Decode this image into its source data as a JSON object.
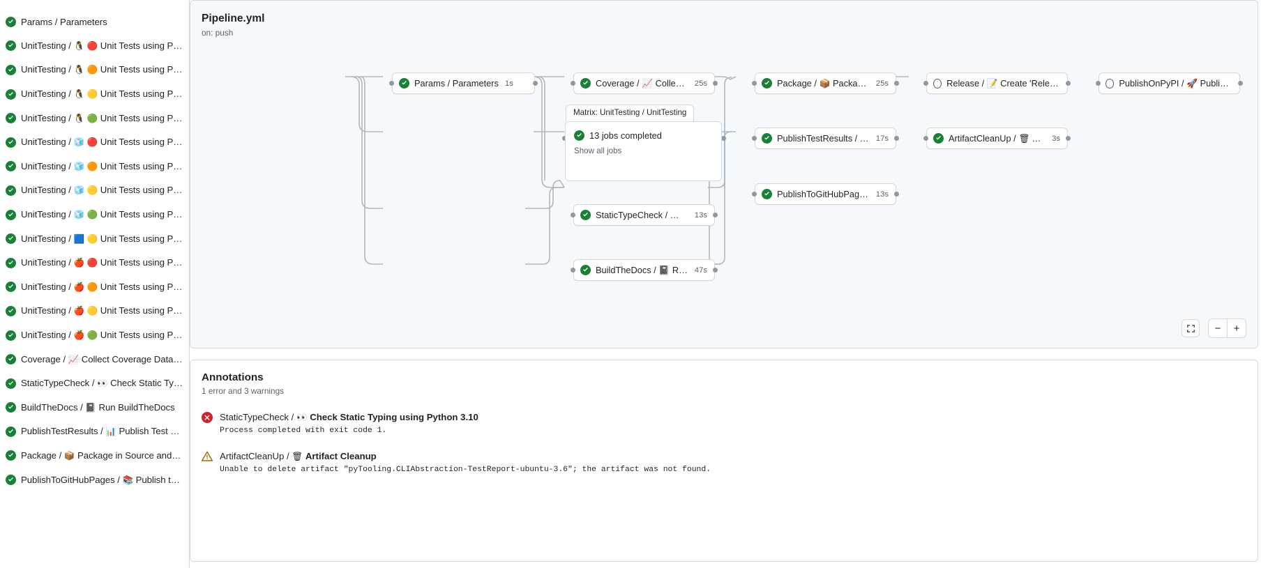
{
  "sidebar": {
    "jobs": [
      {
        "status": "success",
        "name": "Params / Parameters",
        "os_emoji": "",
        "ver_emoji": ""
      },
      {
        "status": "success",
        "name": "UnitTesting / ",
        "os_emoji": "🐧",
        "ver_emoji": "🔴",
        "tail": "Unit Tests using Pyth…"
      },
      {
        "status": "success",
        "name": "UnitTesting / ",
        "os_emoji": "🐧",
        "ver_emoji": "🟠",
        "tail": "Unit Tests using Pyth…"
      },
      {
        "status": "success",
        "name": "UnitTesting / ",
        "os_emoji": "🐧",
        "ver_emoji": "🟡",
        "tail": "Unit Tests using Pyth…"
      },
      {
        "status": "success",
        "name": "UnitTesting / ",
        "os_emoji": "🐧",
        "ver_emoji": "🟢",
        "tail": "Unit Tests using Pyth…"
      },
      {
        "status": "success",
        "name": "UnitTesting / ",
        "os_emoji": "🧊",
        "ver_emoji": "🔴",
        "tail": "Unit Tests using Pyth…"
      },
      {
        "status": "success",
        "name": "UnitTesting / ",
        "os_emoji": "🧊",
        "ver_emoji": "🟠",
        "tail": "Unit Tests using Pyth…"
      },
      {
        "status": "success",
        "name": "UnitTesting / ",
        "os_emoji": "🧊",
        "ver_emoji": "🟡",
        "tail": "Unit Tests using Pyth…"
      },
      {
        "status": "success",
        "name": "UnitTesting / ",
        "os_emoji": "🧊",
        "ver_emoji": "🟢",
        "tail": "Unit Tests using Pyth…"
      },
      {
        "status": "success",
        "name": "UnitTesting / ",
        "os_emoji": "🟦",
        "ver_emoji": "🟡",
        "tail": "Unit Tests using Pyth…"
      },
      {
        "status": "success",
        "name": "UnitTesting / ",
        "os_emoji": "🍎",
        "ver_emoji": "🔴",
        "tail": "Unit Tests using Pyth…"
      },
      {
        "status": "success",
        "name": "UnitTesting / ",
        "os_emoji": "🍎",
        "ver_emoji": "🟠",
        "tail": "Unit Tests using Pyth…"
      },
      {
        "status": "success",
        "name": "UnitTesting / ",
        "os_emoji": "🍎",
        "ver_emoji": "🟡",
        "tail": "Unit Tests using Pyth…"
      },
      {
        "status": "success",
        "name": "UnitTesting / ",
        "os_emoji": "🍎",
        "ver_emoji": "🟢",
        "tail": "Unit Tests using Pyth…"
      },
      {
        "status": "success",
        "name": "Coverage / ",
        "os_emoji": "📈",
        "ver_emoji": "",
        "tail": "Collect Coverage Data usi…"
      },
      {
        "status": "success",
        "name": "StaticTypeCheck / ",
        "os_emoji": "👀",
        "ver_emoji": "",
        "tail": "Check Static Typing…"
      },
      {
        "status": "success",
        "name": "BuildTheDocs / ",
        "os_emoji": "📓",
        "ver_emoji": "",
        "tail": "Run BuildTheDocs"
      },
      {
        "status": "success",
        "name": "PublishTestResults / ",
        "os_emoji": "📊",
        "ver_emoji": "",
        "tail": "Publish Test Resu…"
      },
      {
        "status": "success",
        "name": "Package / ",
        "os_emoji": "📦",
        "ver_emoji": "",
        "tail": "Package in Source and Wh…"
      },
      {
        "status": "success",
        "name": "PublishToGitHubPages / ",
        "os_emoji": "📚",
        "ver_emoji": "",
        "tail": "Publish to G…"
      }
    ]
  },
  "graph": {
    "title": "Pipeline.yml",
    "trigger": "on: push",
    "nodes": [
      {
        "id": "params",
        "status": "success",
        "label": "Params / Parameters",
        "duration": "1s"
      },
      {
        "id": "coverage",
        "status": "success",
        "label": "Coverage / 📈 Collect Cove…",
        "duration": "25s"
      },
      {
        "id": "statictype",
        "status": "success",
        "label": "StaticTypeCheck / 👀 Chec…",
        "duration": "13s"
      },
      {
        "id": "buildthedocs",
        "status": "success",
        "label": "BuildTheDocs / 📓 Run Buil…",
        "duration": "47s"
      },
      {
        "id": "package",
        "status": "success",
        "label": "Package / 📦 Package in So…",
        "duration": "25s"
      },
      {
        "id": "publishtest",
        "status": "success",
        "label": "PublishTestResults / 📊 Pu…",
        "duration": "17s"
      },
      {
        "id": "publishpages",
        "status": "success",
        "label": "PublishToGitHubPages / 📚 …",
        "duration": "13s"
      },
      {
        "id": "release",
        "status": "pending",
        "label": "Release / 📝 Create 'Release P…",
        "duration": ""
      },
      {
        "id": "artifact",
        "status": "success",
        "label": "ArtifactCleanUp / 🗑 Artifac…",
        "duration": "3s"
      },
      {
        "id": "publishpypi",
        "status": "pending",
        "label": "PublishOnPyPI / 🚀 Publish to …",
        "duration": ""
      }
    ],
    "matrix": {
      "title": "Matrix: UnitTesting / UnitTesting",
      "summary": "13 jobs completed",
      "show_all": "Show all jobs",
      "status": "success"
    },
    "controls": {
      "fullscreen": "fullscreen-icon",
      "zoom_out": "−",
      "zoom_in": "+"
    }
  },
  "annotations": {
    "title": "Annotations",
    "summary": "1 error and 3 warnings",
    "items": [
      {
        "severity": "error",
        "job": "StaticTypeCheck / ",
        "emoji": "👀",
        "step": "Check Static Typing using Python 3.10",
        "message": "Process completed with exit code 1."
      },
      {
        "severity": "warning",
        "job": "ArtifactCleanUp / ",
        "emoji": "🗑",
        "step": "Artifact Cleanup",
        "message": "Unable to delete artifact \"pyTooling.CLIAbstraction-TestReport-ubuntu-3.6\"; the artifact was not found."
      }
    ]
  },
  "colors": {
    "success": "#1a7f37",
    "error": "#cf222e",
    "warning": "#9a6700",
    "border": "#d1d9e0",
    "muted": "#59636e",
    "canvas": "#f6f8fa",
    "edge": "#afb8c1"
  }
}
